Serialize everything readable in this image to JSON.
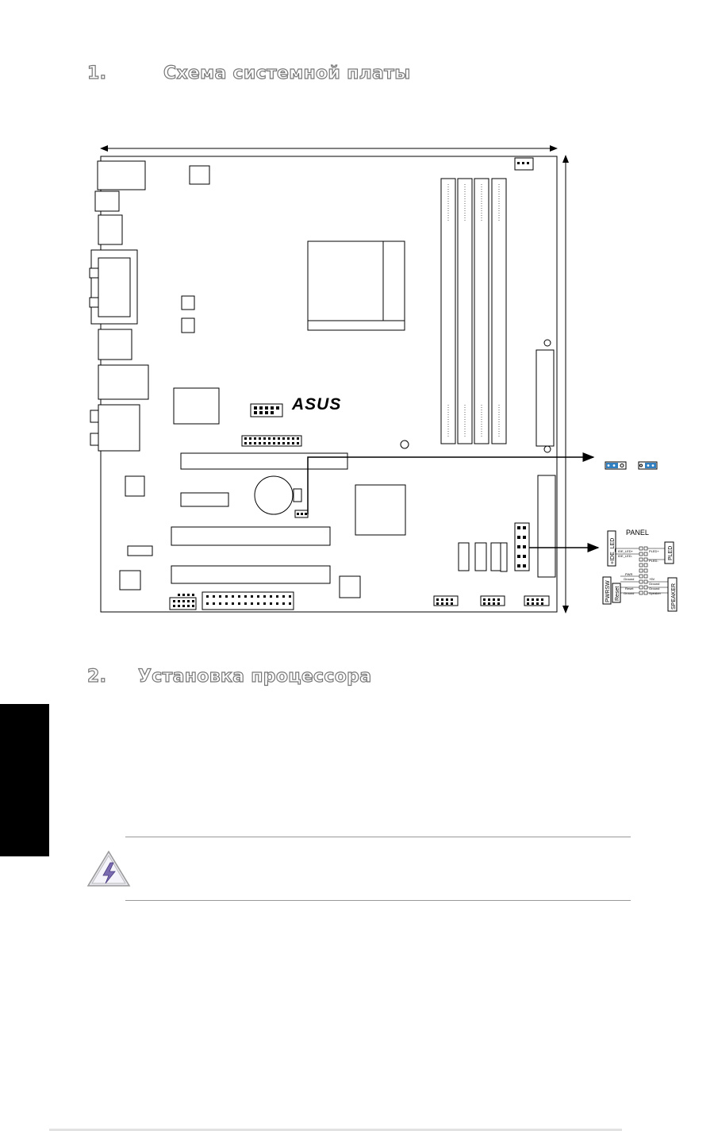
{
  "section1": {
    "number": "1.",
    "title": "Схема системной платы"
  },
  "section2": {
    "number": "2.",
    "title": "Установка процессора"
  },
  "board": {
    "logo": "ASUS",
    "panel_label": "PANEL",
    "panel_side_labels": [
      "+IDE_LED",
      "PLED",
      "PWRSW",
      "Reset",
      "SPEAKER"
    ],
    "panel_small_labels": [
      "IDE_LED+",
      "IDE_LED-",
      "PLED+",
      "PLED-",
      "PWR",
      "Ground",
      "Reset",
      "Ground",
      "+5V",
      "Ground",
      "Ground",
      "Speaker"
    ]
  },
  "colors": {
    "jumper_blue": "#2f7fc1",
    "side_tab": "#000000"
  }
}
